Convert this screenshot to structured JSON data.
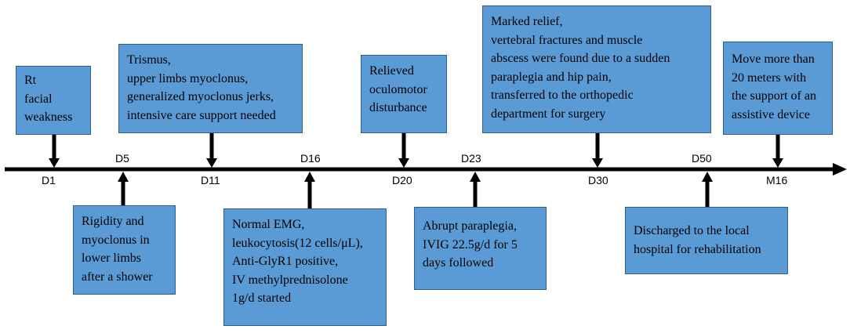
{
  "colors": {
    "box_fill": "#5b9bd5",
    "box_border": "#2e5f8f",
    "arrow": "#000000"
  },
  "day_labels": [
    "D1",
    "D5",
    "D11",
    "D16",
    "D20",
    "D23",
    "D30",
    "D50",
    "M16"
  ],
  "events": [
    {
      "day": "D1",
      "lines": [
        "Rt",
        "facial",
        "weakness"
      ]
    },
    {
      "day": "D5",
      "lines": [
        "Rigidity and",
        "myoclonus in",
        "lower limbs",
        "after a shower"
      ]
    },
    {
      "day": "D11",
      "lines": [
        "Trismus,",
        "upper limbs myoclonus,",
        "generalized myoclonus jerks,",
        "intensive care support needed"
      ]
    },
    {
      "day": "D16",
      "lines": [
        "Normal EMG,",
        "leukocytosis(12 cells/μL),",
        "Anti-GlyR1 positive,",
        "IV methylprednisolone",
        "1g/d started"
      ]
    },
    {
      "day": "D20",
      "lines": [
        "Relieved",
        "oculomotor",
        "disturbance"
      ]
    },
    {
      "day": "D23",
      "lines": [
        "Abrupt paraplegia,",
        "IVIG 22.5g/d for 5",
        "days followed"
      ]
    },
    {
      "day": "D30",
      "lines": [
        "Marked relief,",
        "vertebral fractures and muscle",
        "abscess were found due to a sudden",
        "paraplegia and hip pain,",
        "transferred to the orthopedic",
        "department for surgery"
      ]
    },
    {
      "day": "D50",
      "lines": [
        "Discharged to the local",
        "hospital for rehabilitation"
      ]
    },
    {
      "day": "M16",
      "lines": [
        "Move more than",
        "20 meters with",
        "the support of an",
        "assistive device"
      ]
    }
  ]
}
